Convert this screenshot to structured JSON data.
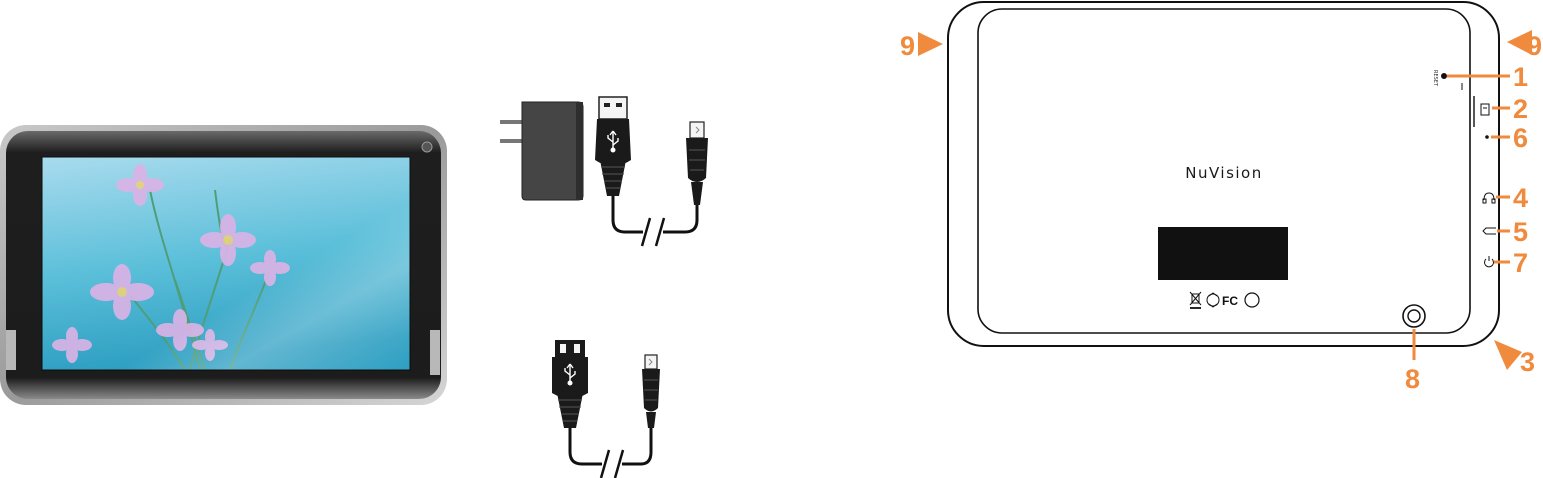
{
  "product": {
    "brand_logo": "NuVision",
    "reset_label": "RESET",
    "compliance_marks": {
      "fc": "FC",
      "icons": [
        "weee-bin-icon",
        "recycle-icon",
        "circle-mark-icon"
      ]
    }
  },
  "callouts": [
    {
      "id": "1",
      "label": "1",
      "part": "reset-hole"
    },
    {
      "id": "2",
      "label": "2",
      "part": "micro-sd-slot"
    },
    {
      "id": "3",
      "label": "3",
      "part": "corner-edge"
    },
    {
      "id": "4",
      "label": "4",
      "part": "headphone-jack"
    },
    {
      "id": "5",
      "label": "5",
      "part": "back-button"
    },
    {
      "id": "6",
      "label": "6",
      "part": "microphone"
    },
    {
      "id": "7",
      "label": "7",
      "part": "power-button"
    },
    {
      "id": "8",
      "label": "8",
      "part": "rear-camera"
    },
    {
      "id": "9a",
      "label": "9",
      "part": "left-edge"
    },
    {
      "id": "9b",
      "label": "9",
      "part": "right-edge"
    }
  ],
  "colors": {
    "callout": "#f08a3c",
    "tablet_frame": "#3a3a3a",
    "screen_sky_top": "#9ed4ea",
    "screen_sky_bottom": "#34a8c8",
    "flower": "#d9b3e6"
  }
}
